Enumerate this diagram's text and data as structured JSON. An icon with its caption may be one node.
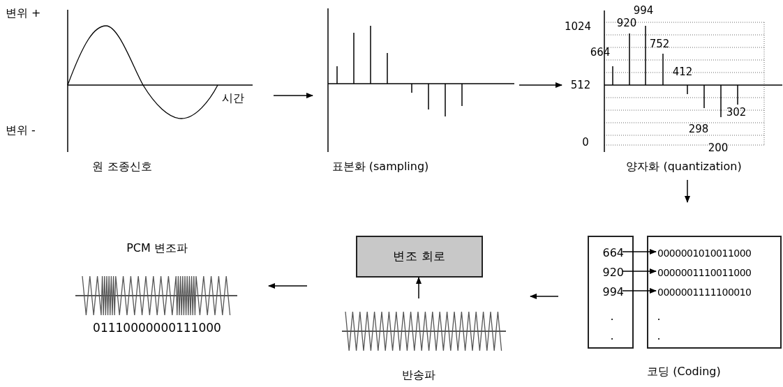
{
  "diagram": {
    "nodes": [
      {
        "text": [
          "원 조종신호"
        ]
      },
      {
        "text": [
          "표본화 (sampling)"
        ]
      },
      {
        "text": [
          "양자화 (quantization)"
        ]
      },
      {
        "text": [
          "코딩 (Coding)"
        ]
      },
      {
        "text": [
          ".",
          "."
        ],
        "in": 3
      },
      {
        "text": [
          "664"
        ],
        "in": 4
      },
      {
        "text": [
          "920"
        ],
        "in": 4
      },
      {
        "text": [
          "994"
        ],
        "in": 4
      },
      {
        "text": [
          ".",
          "."
        ],
        "in": 3
      },
      {
        "text": [
          "0000001010011000"
        ],
        "in": 8
      },
      {
        "text": [
          "0000001110011000"
        ],
        "in": 8
      },
      {
        "text": [
          "0000001111100010"
        ],
        "in": 8
      },
      {
        "text": [
          "변조 회로"
        ]
      },
      {
        "text": [
          "반송파"
        ]
      },
      {
        "text": [
          "PCM 변조파",
          "01110000000111000"
        ]
      }
    ],
    "edges": [
      {
        "from": 0,
        "to": 1,
        "arrow": "to"
      },
      {
        "from": 1,
        "to": 2,
        "arrow": "to"
      },
      {
        "from": 2,
        "to": 3,
        "arrow": "to"
      },
      {
        "from": 5,
        "to": 9,
        "arrow": "to"
      },
      {
        "from": 6,
        "to": 10,
        "arrow": "to"
      },
      {
        "from": 7,
        "to": 11,
        "arrow": "to"
      },
      {
        "from": 3,
        "to": 13,
        "arrow": "to"
      },
      {
        "from": 13,
        "to": 12,
        "arrow": "to"
      },
      {
        "from": 13,
        "to": 14,
        "arrow": "to"
      }
    ],
    "labels": [
      "변위 +",
      "변위 -",
      "시간",
      "994",
      "1024",
      "920",
      "752",
      "664",
      "512",
      "412",
      "302",
      "298",
      "200",
      "0"
    ]
  }
}
